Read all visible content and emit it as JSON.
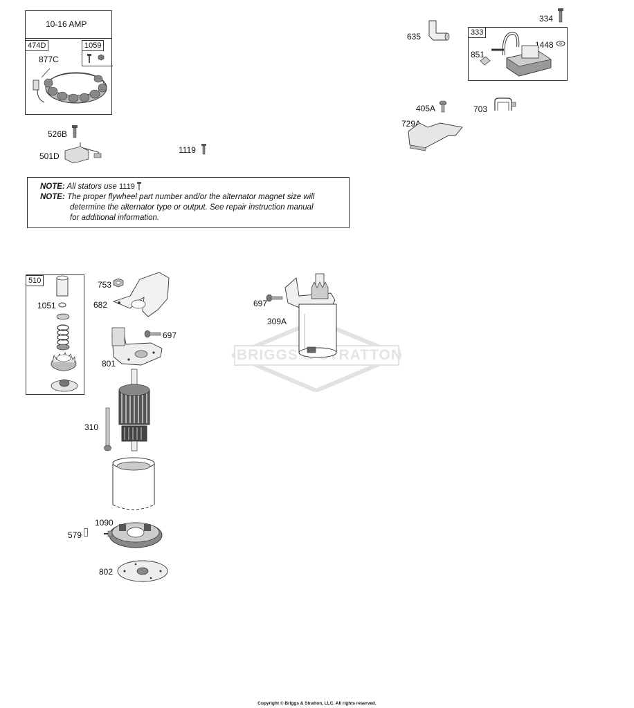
{
  "stator_box": {
    "title": "10-16 AMP",
    "kit_label": "474D",
    "hardware_label": "1059",
    "wire_part": "877C"
  },
  "parts": {
    "p526B": "526B",
    "p501D": "501D",
    "p1119": "1119",
    "p635": "635",
    "p334": "334",
    "p333": "333",
    "p851": "851",
    "p1448": "1448",
    "p405A": "405A",
    "p703": "703",
    "p729A": "729A",
    "p510": "510",
    "p1051": "1051",
    "p753": "753",
    "p682": "682",
    "p697a": "697",
    "p801": "801",
    "p310": "310",
    "p1090": "1090",
    "p579": "579",
    "p802": "802",
    "p697b": "697",
    "p309A": "309A"
  },
  "notes": {
    "note1_prefix": "NOTE:",
    "note1_text": "All stators use",
    "note1_part": "1119",
    "note2_prefix": "NOTE:",
    "note2_line1": "The proper flywheel part number and/or the alternator magnet size will",
    "note2_line2": "determine the alternator type or output. See repair instruction manual",
    "note2_line3": "for additional information."
  },
  "watermark_text": "BRIGGS & STRATTON",
  "copyright": "Copyright © Briggs & Stratton, LLC. All rights reserved."
}
